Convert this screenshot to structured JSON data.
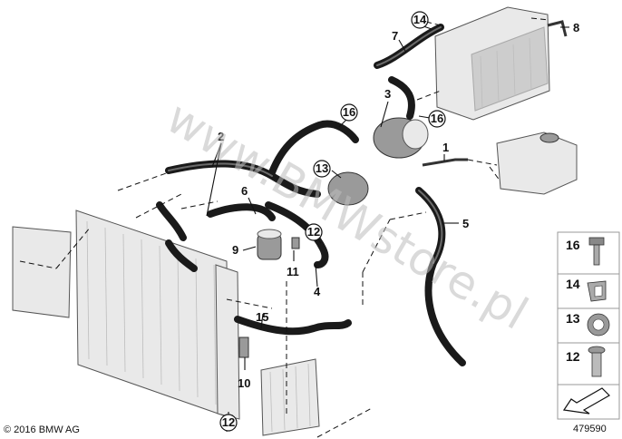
{
  "callouts": {
    "c1": "1",
    "c2": "2",
    "c3": "3",
    "c4": "4",
    "c5": "5",
    "c6": "6",
    "c7": "7",
    "c8": "8",
    "c9": "9",
    "c10": "10",
    "c11": "11",
    "c12a": "12",
    "c12b": "12",
    "c13": "13",
    "c14": "14",
    "c15": "15",
    "c16a": "16",
    "c16b": "16"
  },
  "legend": {
    "items": [
      {
        "label": "16",
        "icon": "bolt-icon"
      },
      {
        "label": "14",
        "icon": "clip-icon"
      },
      {
        "label": "13",
        "icon": "clamp-icon"
      },
      {
        "label": "12",
        "icon": "expanding-rivet-icon"
      }
    ],
    "direction_icon": "front-direction-arrow-icon"
  },
  "footer": {
    "copyright": "© 2016 BMW AG",
    "diagram_number": "479590"
  },
  "watermark": "www.BMWstore.pl"
}
